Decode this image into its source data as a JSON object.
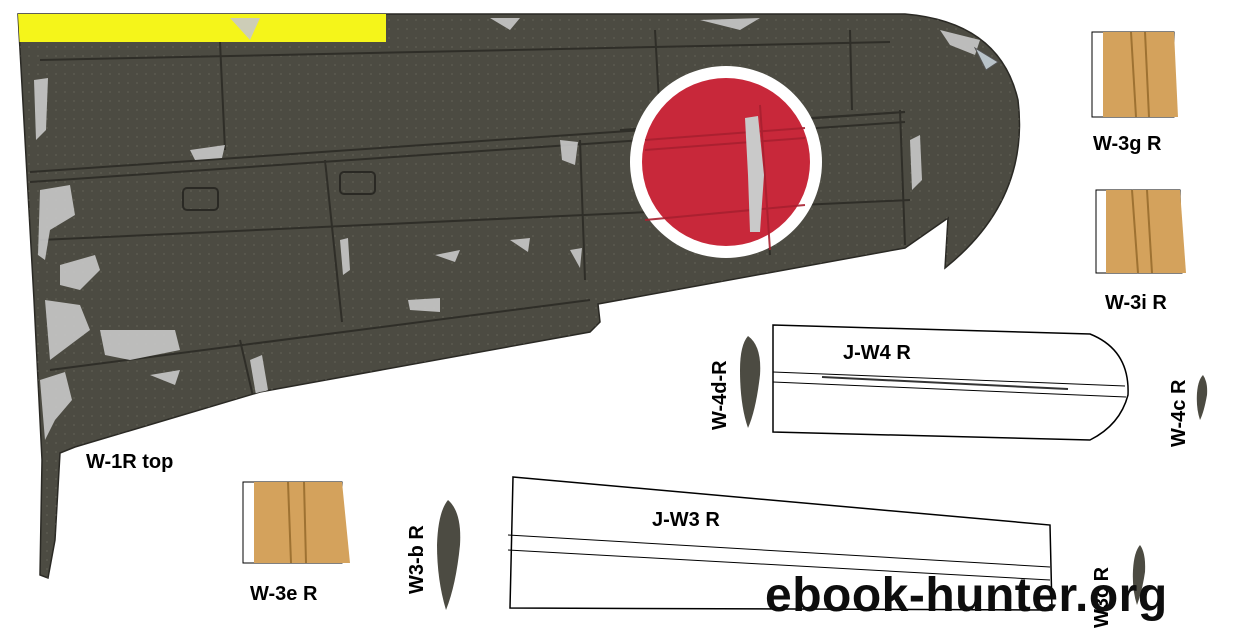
{
  "labels": {
    "wing_top": "W-1R top",
    "part_3g": "W-3g R",
    "part_3i": "W-3i R",
    "part_3e": "W-3e R",
    "jw4": "J-W4 R",
    "jw3": "J-W3 R",
    "w4d": "W-4d-R",
    "w4c": "W-4c R",
    "w3b": "W3-b R",
    "w3c": "W3c R"
  },
  "watermark": "ebook-hunter.org",
  "colors": {
    "wing_paint": "#4c4b42",
    "panel_line": "#2f2e28",
    "rivet": "#6a695e",
    "chipped_paint": "#c9c9c9",
    "yellow_band": "#f5f51a",
    "hinomaru_red": "#c8283a",
    "hinomaru_border": "#ffffff",
    "wood_panel": "#d4a25c",
    "wood_line": "#9e7232",
    "airfoil_dark": "#4c4b42"
  }
}
